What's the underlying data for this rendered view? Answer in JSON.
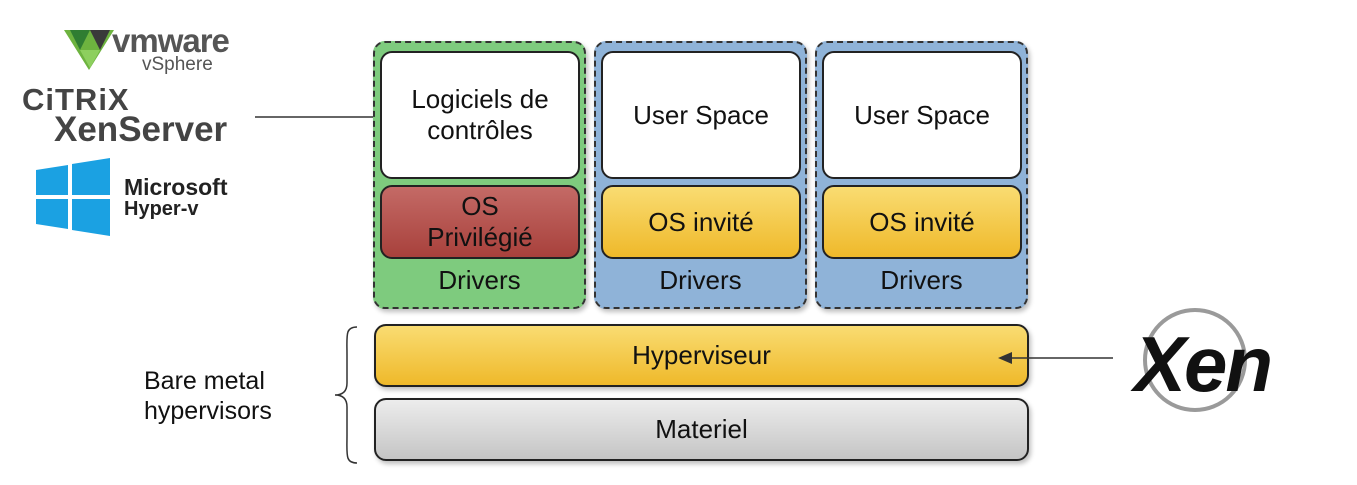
{
  "logos": {
    "vmware": {
      "brand": "vmware",
      "product": "vSphere"
    },
    "citrix": {
      "brand": "CiTRiX",
      "product": "XenServer"
    },
    "microsoft": {
      "line1": "Microsoft",
      "line2": "Hyper-v"
    },
    "xen": {
      "text": "Xen"
    }
  },
  "domains": [
    {
      "top": "Logiciels de\ncontrôles",
      "os": "OS\nPrivilégié",
      "drivers": "Drivers",
      "kind": "privileged"
    },
    {
      "top": "User Space",
      "os": "OS invité",
      "drivers": "Drivers",
      "kind": "guest"
    },
    {
      "top": "User Space",
      "os": "OS invité",
      "drivers": "Drivers",
      "kind": "guest"
    }
  ],
  "layers": {
    "hypervisor": "Hyperviseur",
    "hardware": "Materiel"
  },
  "label": {
    "bare_metal": "Bare metal\nhypervisors"
  },
  "colors": {
    "privileged_bg": "#7ecb7e",
    "guest_bg": "#8fb3d8",
    "privileged_os": "#b4524d",
    "guest_os": "#f3c640",
    "hardware": "#d9d9d9",
    "vmware_green": "#6db33f",
    "windows_blue": "#1ba1e2"
  }
}
